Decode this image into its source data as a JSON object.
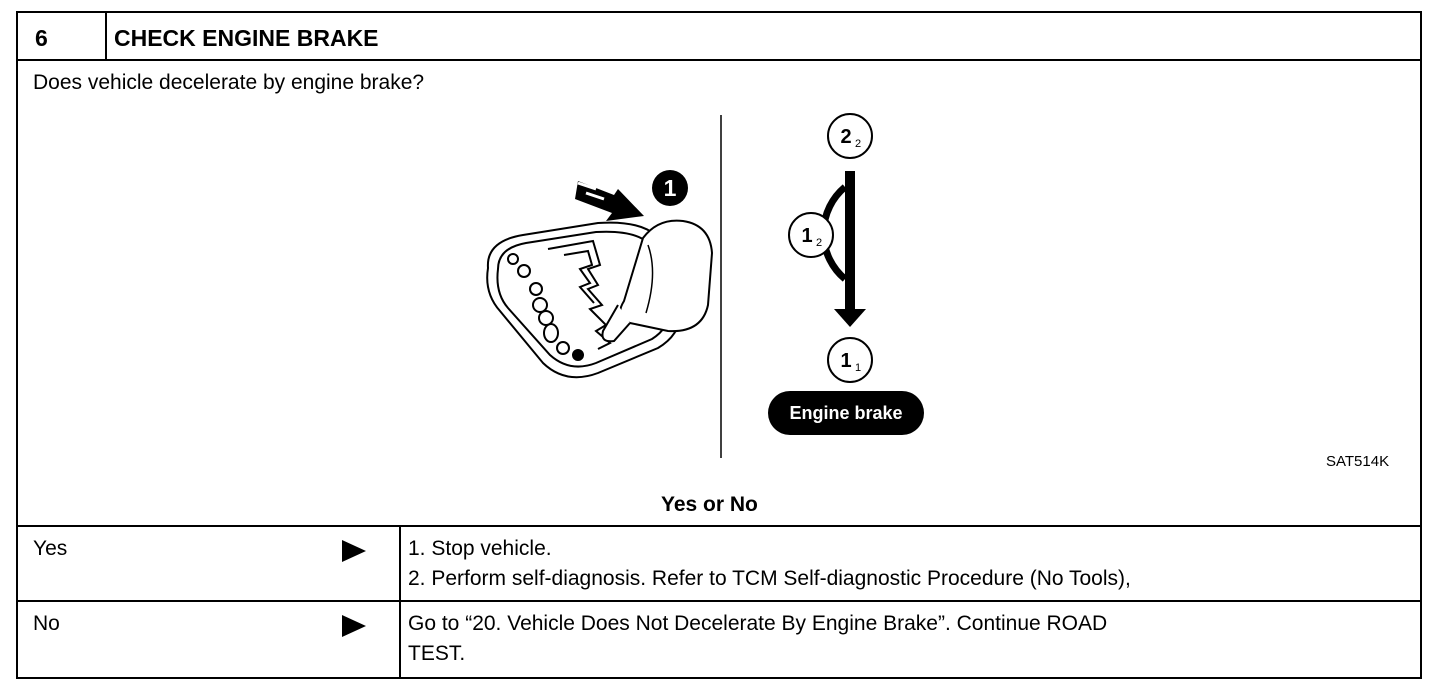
{
  "step": {
    "number": "6",
    "title": "CHECK ENGINE BRAKE"
  },
  "question": "Does vehicle decelerate by engine brake?",
  "figure": {
    "marker": "1",
    "positions": [
      {
        "main": "2",
        "sub": "2"
      },
      {
        "main": "1",
        "sub": "2"
      },
      {
        "main": "1",
        "sub": "1"
      }
    ],
    "label": "Engine brake",
    "code": "SAT514K"
  },
  "prompt": "Yes or No",
  "answers": [
    {
      "label": "Yes",
      "actions": [
        "1.  Stop vehicle.",
        "2.  Perform self-diagnosis. Refer to TCM Self-diagnostic Procedure (No Tools),"
      ]
    },
    {
      "label": "No",
      "actions": [
        "Go to “20. Vehicle Does Not Decelerate By Engine Brake”. Continue ROAD",
        "TEST."
      ]
    }
  ],
  "colors": {
    "ink": "#000000",
    "paper": "#ffffff"
  },
  "icons": [
    "arrow-right-icon",
    "push-arrow-icon",
    "shift-lever-icon"
  ]
}
